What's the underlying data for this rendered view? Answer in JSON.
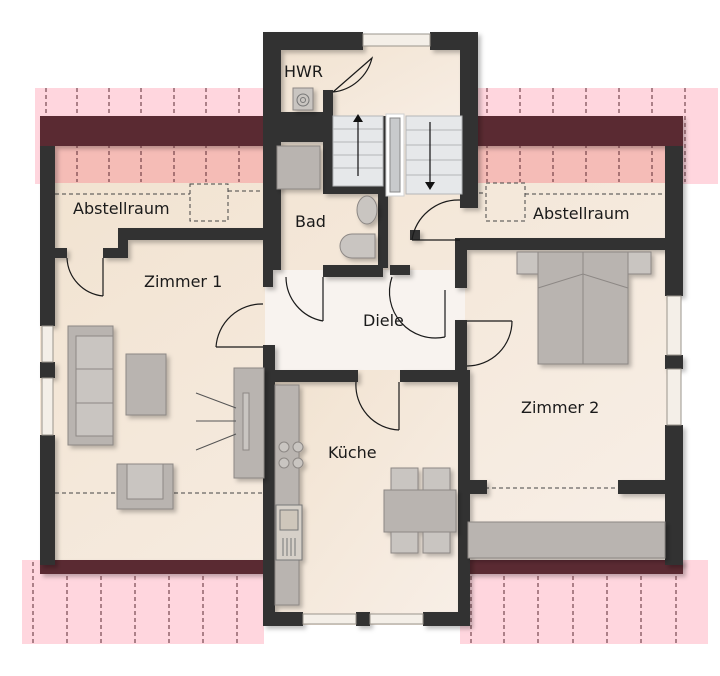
{
  "plan": {
    "type": "floor-plan",
    "colors": {
      "wall": "#323232",
      "floor": "#f3e6d6",
      "floor_light": "#f7f0ea",
      "roof_band": "#5a2a32",
      "roof_zone": "#ffd6de",
      "roof_zone_inner": "#f5b7b2",
      "furniture": "#b9b4b0"
    },
    "rooms": [
      {
        "id": "hwr",
        "label": "HWR"
      },
      {
        "id": "bad",
        "label": "Bad"
      },
      {
        "id": "abstellraum_left",
        "label": "Abstellraum"
      },
      {
        "id": "abstellraum_right",
        "label": "Abstellraum"
      },
      {
        "id": "zimmer1",
        "label": "Zimmer 1"
      },
      {
        "id": "diele",
        "label": "Diele"
      },
      {
        "id": "kueche",
        "label": "Küche"
      },
      {
        "id": "zimmer2",
        "label": "Zimmer 2"
      }
    ],
    "furniture": [
      "washing-machine",
      "shower-tray",
      "washbasin",
      "toilet",
      "sofa",
      "coffee-table",
      "armchair",
      "tv-cabinet",
      "kitchen-counter",
      "hob",
      "sink",
      "dining-table",
      "chairs",
      "double-bed",
      "wardrobe"
    ],
    "staircase": {
      "arrows": [
        "up",
        "down"
      ]
    }
  }
}
